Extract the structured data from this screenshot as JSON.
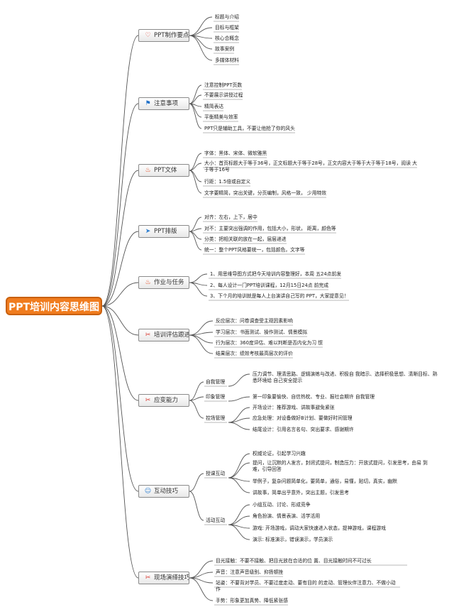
{
  "root": "PPT培训内容思维图",
  "categories": [
    {
      "label": "PPT制作要点",
      "icon": "heart-icon",
      "color": "#e0453a",
      "items": [
        "标题与介绍",
        "目标与框架",
        "核心合概念",
        "故事案例",
        "多媒体材料"
      ]
    },
    {
      "label": "注意事项",
      "icon": "flag-icon",
      "color": "#1e6fc8",
      "items": [
        "注意控制PPT页数",
        "不要展示讲授过程",
        "精简表达",
        "平衡精美与效率",
        "PPT只是辅助工具，不要让他抢了你的风头"
      ]
    },
    {
      "label": "PPT文体",
      "icon": "fire-icon",
      "color": "#e2461b",
      "items": [
        "字体：黑体、宋体、微软雅黑",
        "大小：首页标题大于等于36号，正文标题大于等于28号，正文内容大于等于大于等于18号，阅读 大于等于16号",
        "行距：1.5倍或自定义",
        "文字要精简，突出关键，分页编制，风格一致， 少用特效"
      ]
    },
    {
      "label": "PPT排版",
      "icon": "paper-plane-icon",
      "color": "#2e7fd0",
      "items": [
        "对齐：左右，上下，居中",
        "对不：主要突出强调的作用，包括大小，形状， 距离，颜色等",
        "分类：把相关联的放在一起，层层递进",
        "统一：整个PPT风格要统一，包括颜色，文字等"
      ]
    },
    {
      "label": "作业与任务",
      "icon": "fire-icon",
      "color": "#e2461b",
      "items": [
        "1、用思维导图方式把今天培训内容整理好，本周 五24点前发",
        "2、每人设计一门PPT培训课程，12月15日24点 前完成",
        "3、下个月的培训就是每人上台演讲自己写的 PPT，大家提意见！"
      ]
    },
    {
      "label": "培训评估跟进",
      "icon": "tools-icon",
      "color": "#d8342c",
      "items": [
        "反应层次：问卷调查受主观因素影响",
        "学习层次：书面测试、操作测试、情景模拟",
        "行为层次：360度评估、难以判断是否内化为习 惯",
        "结果层次：绩效考核最高层次的评价"
      ]
    },
    {
      "label": "应变能力",
      "icon": "tools-icon",
      "color": "#d8342c",
      "subs": [
        {
          "label": "自我管理",
          "items": [
            "压力调节、理清思路、逻辑演练与改进、积极自 我暗示、选择积极思想、清晰目标、熟悉环境给 自己安全提示"
          ]
        },
        {
          "label": "印象管理",
          "items": [
            "第一印象要愉快、自信热枕、专业、报社会期许 自我管理"
          ]
        },
        {
          "label": "控场管理",
          "items": [
            "开场设计：推荐游戏、讲故事避免紧张",
            "应急处理：对设备做好B计划、要做好时间管理",
            "结尾设计：引用名言名句、突出要求、感谢期许"
          ]
        }
      ]
    },
    {
      "label": "互动技巧",
      "icon": "smile-icon",
      "color": "#2e7fd0",
      "subs": [
        {
          "label": "授课互动",
          "items": [
            "权威论证，引起学习兴趣",
            "提问，让沉默的人发言，封闭式提问，制造压力：开放式提问，引发思考，由易 到 难，引导回答",
            "举例子，复杂问题简单化，要简单，通俗，易懂，贴切，真实，幽默",
            "讲故事，简单出乎意外，突出主题，引发思考"
          ]
        },
        {
          "label": "活动互动",
          "items": [
            "小组互动、讨论、形成竞争",
            "角色扮演、情景表演、活学活用",
            "游戏: 开场游戏，调动大家快速进入状态，提神游戏，课程游戏",
            "演示: 标准演示，错误演示，学员演示"
          ]
        }
      ]
    },
    {
      "label": "现场演绎技巧",
      "icon": "tools-icon",
      "color": "#d8342c",
      "items": [
        "目光接触：不要不接触、把目光放在合适的位 置、目光接触时间不可过长",
        "声音：注意声音级别、抑扬顿挫",
        "站姿：不要背对学员、不要过度走动、要有目的 的走动、管理伙伴注意力、不做小动作",
        "手势：形象更加真势、降低紧张感"
      ]
    }
  ]
}
